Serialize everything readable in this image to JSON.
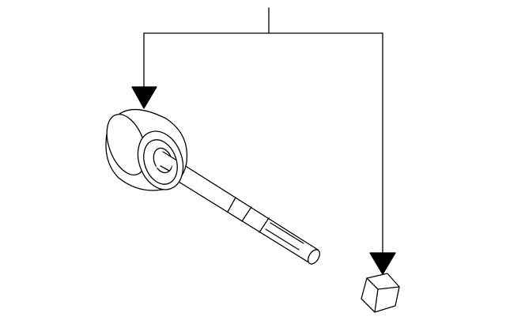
{
  "diagram": {
    "line_color": "#000000",
    "background": "#ffffff",
    "parts": [
      {
        "name": "axle-shaft",
        "icon": "shaft-with-cv-joint"
      },
      {
        "name": "nut",
        "icon": "hex-nut"
      }
    ],
    "callouts": 2
  }
}
